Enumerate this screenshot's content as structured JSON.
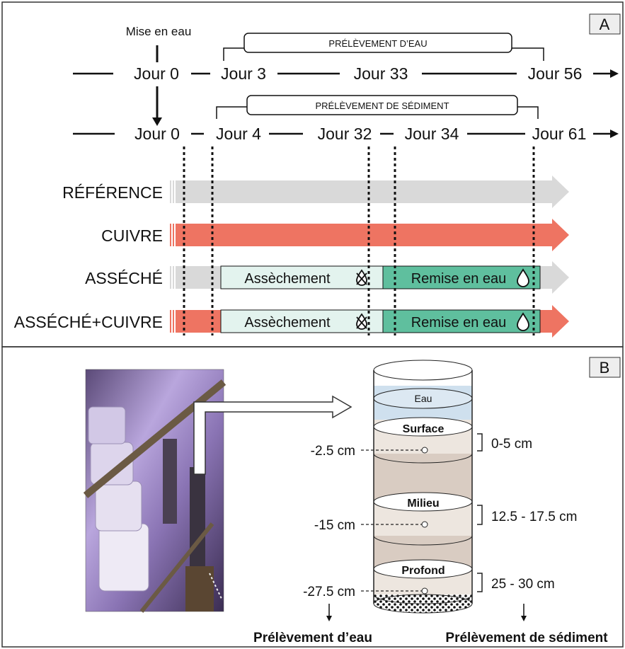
{
  "panel_a": {
    "tag": "A",
    "mise_en_eau": "Mise en eau",
    "water_sampling_label": "PRÉLÈVEMENT D’EAU",
    "sediment_sampling_label": "PRÉLÈVEMENT DE SÉDIMENT",
    "water_days": [
      "Jour 0",
      "Jour 3",
      "Jour 33",
      "Jour 56"
    ],
    "sediment_days": [
      "Jour 0",
      "Jour 4",
      "Jour 32",
      "Jour 34",
      "Jour 61"
    ],
    "treatments": [
      "RÉFÉRENCE",
      "CUIVRE",
      "ASSÉCHÉ",
      "ASSÉCHÉ+CUIVRE"
    ],
    "phase_dry": "Assèchement",
    "phase_rewet": "Remise en eau",
    "colors": {
      "grey_arrow": "#d9d9d9",
      "copper_arrow": "#ee7462",
      "dry_box": "#e3f3ee",
      "rewet_box": "#5fbf9e"
    }
  },
  "panel_b": {
    "tag": "B",
    "layers": [
      "Eau",
      "Surface",
      "Milieu",
      "Profond"
    ],
    "depths": [
      "-2.5 cm",
      "-15 cm",
      "-27.5 cm"
    ],
    "ranges": [
      "0-5 cm",
      "12.5 - 17.5 cm",
      "25 - 30 cm"
    ],
    "water_sampling": "Prélèvement d’eau",
    "sediment_sampling": "Prélèvement de sédiment"
  }
}
